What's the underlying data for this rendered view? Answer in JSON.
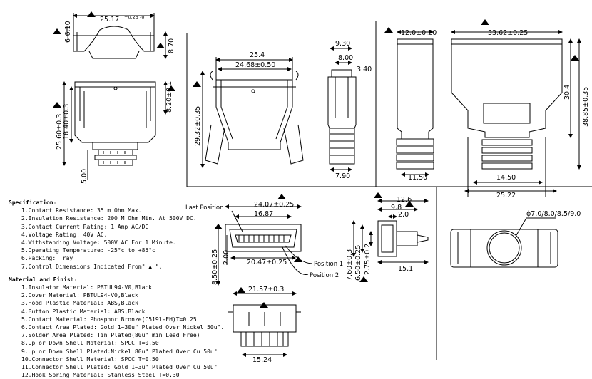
{
  "dims": {
    "top_view_width": "25.17",
    "top_view_tol": "+0.25 -0",
    "top_view_height_a": "6-6.10",
    "top_view_height_b": "8.70",
    "front_height_a": "25.60±0.3",
    "front_height_b": "18.40±0.3",
    "front_height_c": "8.20±0.1",
    "front_bottom": "5.00",
    "mid_width_a": "25.4",
    "mid_width_b": "24.68±0.50",
    "mid_height": "29.32±0.35",
    "side_a": "9.30",
    "side_b": "8.00",
    "side_c": "3.40",
    "side_d": "7.90",
    "right_w_a": "12.0±0.20",
    "right_w_b": "33.62±0.25",
    "right_h_a": "30.4",
    "right_h_b": "38.85±0.35",
    "right_bot_a": "11.50",
    "right_bot_b": "14.50",
    "right_bot_c": "25.22",
    "conn_w_a": "24.07±0.25",
    "conn_w_b": "16.87",
    "conn_w_c": "20.47±0.25",
    "conn_h_a": "8.50±0.25",
    "conn_h_b": "2.00",
    "pin_a": "12.6",
    "pin_b": "9.8",
    "pin_c": "2.0",
    "pin_d": "15.1",
    "pin_h_a": "7.60±0.3",
    "pin_h_b": "6.50±0.25",
    "pin_h_c": "2.75±0.2",
    "cable_dia": "ϕ7.0/8.0/8.5/9.0",
    "bottom_w_a": "21.57±0.3",
    "bottom_w_b": "15.24"
  },
  "labels": {
    "last_position": "Last Position",
    "position_1": "Position 1",
    "position_2": "Position 2"
  },
  "spec": {
    "title": "Specification:",
    "items": [
      "1.Contact Resistance: 35 m Ohm Max.",
      "2.Insulation Resistance: 200 M Ohm Min. At 500V DC.",
      "3.Contact Current Rating: 1 Amp AC/DC",
      "4.Voltage Rating: 40V AC.",
      "4.Withstanding Voltage: 500V AC For 1 Minute.",
      "5.Operating Temperature: -25°c to +85°c",
      "6.Packing: Tray",
      "7.Control Dimensions Indicated From\" ▲ \"."
    ],
    "material_title": "Material and Finish:",
    "material_items": [
      "1.Insulator Material: PBTUL94-V0,Black",
      "2.Cover Material: PBTUL94-V0,Black",
      "3.Hood Plastic Material: ABS,Black",
      "4.Button Plastic Material: ABS,Black",
      "5.Contact Material: Phosphor Bronze(C5191-EH)T=0.25",
      "6.Contact Area Plated: Gold 1~30u\" Plated  Over Nickel 50u\".",
      "7.Solder Area Plated: Tin Plated(80u\" min Lead Free)",
      "8.Up or Down Shell Material: SPCC T=0.50",
      "9.Up or Down Shell Plated:Nickel 80u\" Plated  Over Cu 50u\"",
      "10.Connector Shell Material: SPCC T=0.50",
      "11.Connector Shell Plated: Gold 1~3u\" Plated  Over Cu 50u\"",
      "12.Hook Spring Material: Stanless Steel T=0.30"
    ]
  }
}
